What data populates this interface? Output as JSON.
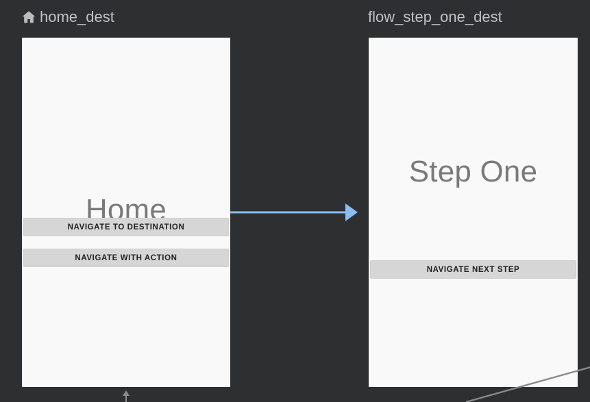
{
  "editor": {
    "name": "navigation-graph-editor",
    "background_color": "#2d2f31"
  },
  "destinations": [
    {
      "id": "home_dest",
      "label": "home_dest",
      "icon": "home-icon",
      "is_start_destination": true,
      "screen": {
        "title": "Home",
        "background_color": "#f9f9f9",
        "title_color": "#7a7a7a",
        "buttons": [
          {
            "label": "NAVIGATE TO DESTINATION"
          },
          {
            "label": "NAVIGATE WITH ACTION"
          }
        ]
      }
    },
    {
      "id": "flow_step_one_dest",
      "label": "flow_step_one_dest",
      "icon": null,
      "is_start_destination": false,
      "screen": {
        "title": "Step One",
        "background_color": "#f9f9f9",
        "title_color": "#7a7a7a",
        "buttons": [
          {
            "label": "NAVIGATE NEXT STEP"
          }
        ]
      }
    }
  ],
  "actions": [
    {
      "name": "home-to-flow-step-one-action",
      "from": "home_dest",
      "to": "flow_step_one_dest",
      "color": "#8cbdf0",
      "style": "solid-arrow"
    },
    {
      "name": "home-outgoing-edge-stub",
      "from": "home_dest",
      "to": null,
      "color": "#8a8a8a",
      "style": "arrowhead-stub"
    },
    {
      "name": "offscreen-edge-line",
      "from": null,
      "to": null,
      "color": "#8a8a8a",
      "style": "diagonal-line"
    }
  ],
  "colors": {
    "canvas": "#2d2f31",
    "header_text": "#bfc3c7",
    "panel": "#f9f9f9",
    "button_fill": "#d6d6d6",
    "button_text": "#212121",
    "action_blue": "#8cbdf0",
    "edge_grey": "#8a8a8a"
  }
}
